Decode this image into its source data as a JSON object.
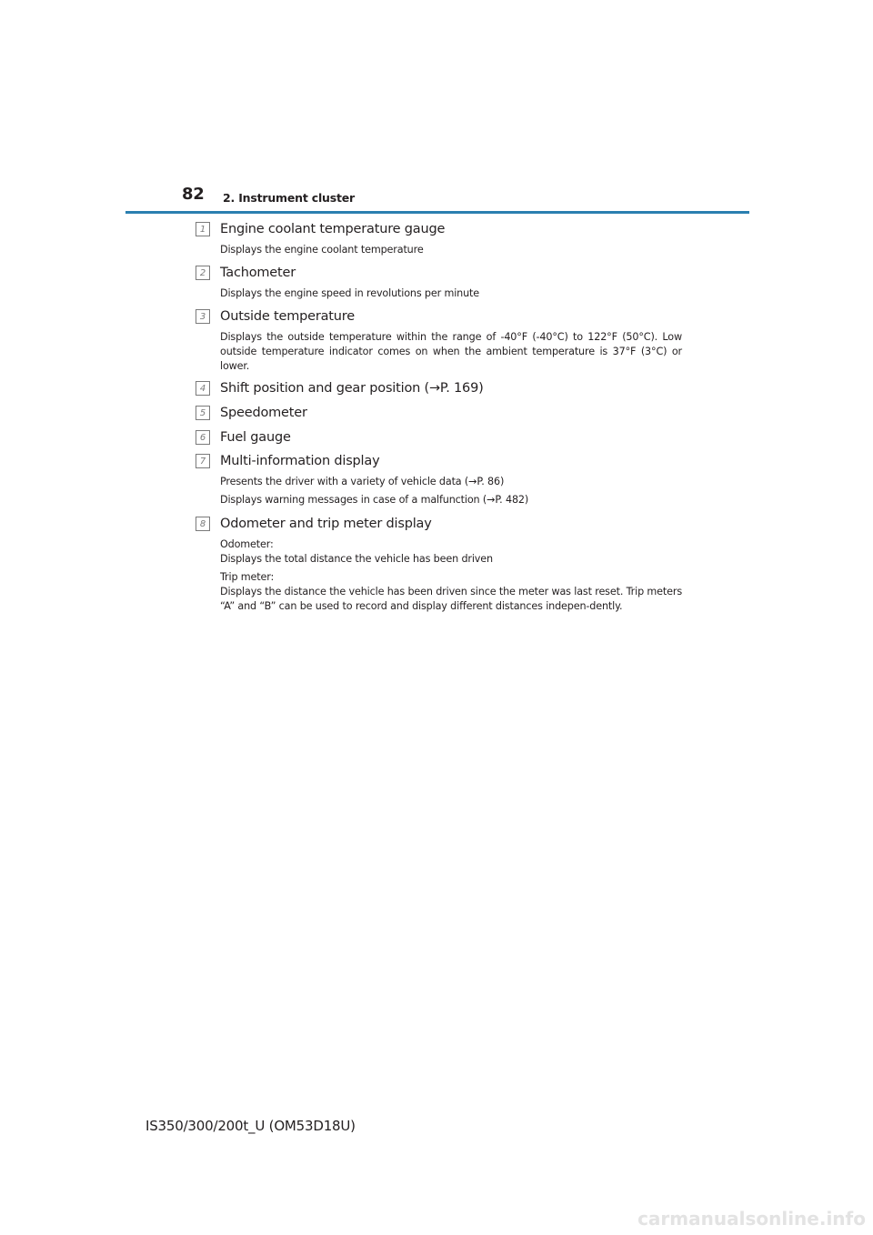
{
  "header": {
    "page_number": "82",
    "section": "2. Instrument cluster"
  },
  "items": [
    {
      "num": "1",
      "heading": "Engine coolant temperature gauge",
      "descriptions": [
        "Displays the engine coolant temperature"
      ]
    },
    {
      "num": "2",
      "heading": "Tachometer",
      "descriptions": [
        "Displays the engine speed in revolutions per minute"
      ]
    },
    {
      "num": "3",
      "heading": "Outside temperature",
      "descriptions": [
        "Displays the outside temperature within the range of -40°F (-40°C) to 122°F (50°C). Low outside temperature indicator comes on when the ambient temperature is 37°F (3°C) or lower."
      ]
    },
    {
      "num": "4",
      "heading": "Shift position and gear position (→P. 169)",
      "descriptions": []
    },
    {
      "num": "5",
      "heading": "Speedometer",
      "descriptions": []
    },
    {
      "num": "6",
      "heading": "Fuel gauge",
      "descriptions": []
    },
    {
      "num": "7",
      "heading": "Multi-information display",
      "descriptions": [
        "Presents the driver with a variety of vehicle data (→P. 86)",
        "Displays warning messages in case of a malfunction (→P. 482)"
      ]
    },
    {
      "num": "8",
      "heading": "Odometer and trip meter display",
      "descriptions": [
        "Odometer:\nDisplays the total distance the vehicle has been driven",
        "Trip meter:\nDisplays the distance the vehicle has been driven since the meter was last reset. Trip meters “A” and “B” can be used to record and display different distances indepen-dently."
      ]
    }
  ],
  "footer": {
    "model": "IS350/300/200t_U (OM53D18U)"
  },
  "watermark": "carmanualsonline.info"
}
